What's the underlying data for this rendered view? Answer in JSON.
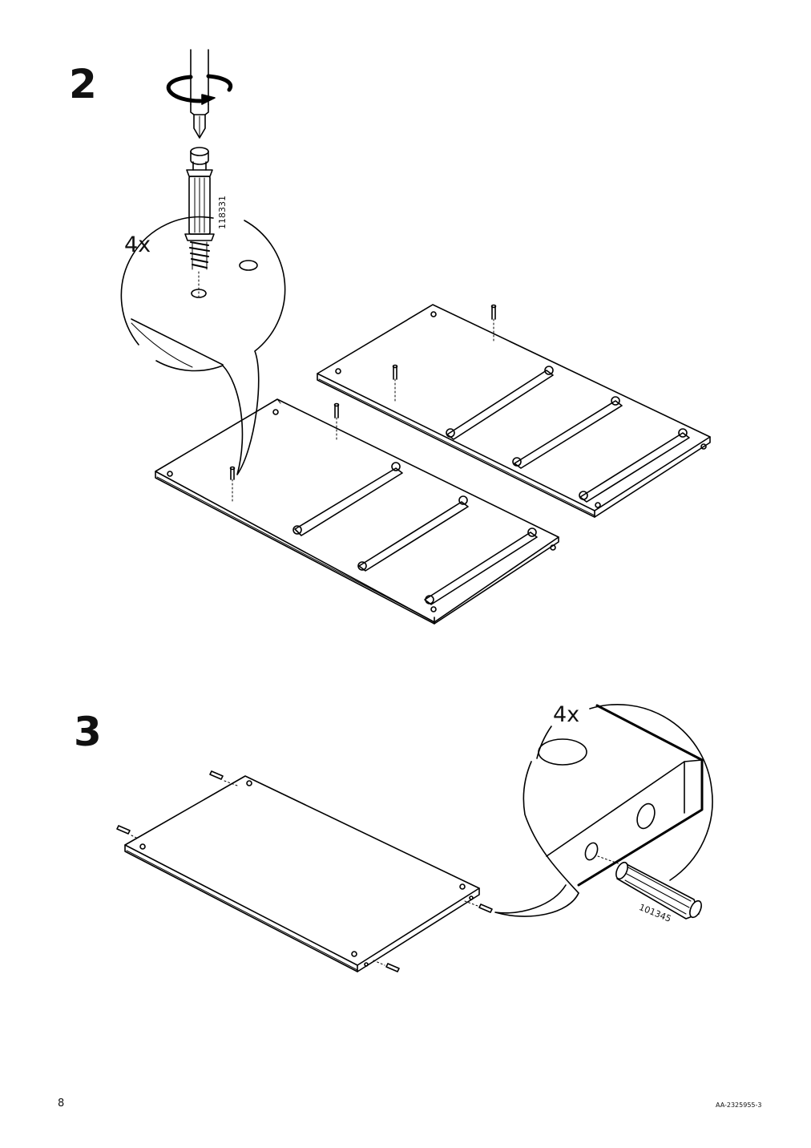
{
  "steps": [
    {
      "number": "2",
      "quantity": "4x",
      "part_number": "118331"
    },
    {
      "number": "3",
      "quantity": "4x",
      "part_number": "101345"
    }
  ],
  "footer": {
    "page_number": "8",
    "document_code": "AA-2325955-3"
  },
  "colors": {
    "ink": "#000000",
    "paper": "#ffffff"
  }
}
